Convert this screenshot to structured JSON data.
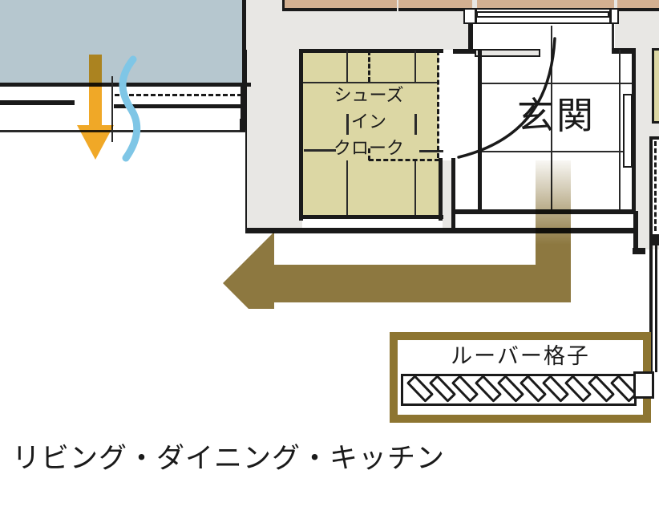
{
  "labels": {
    "genkan": "玄関",
    "shoes_cloak_line1": "シューズ",
    "shoes_cloak_line2": "イン",
    "shoes_cloak_line3": "クローク",
    "louver_lattice": "ルーバー格子",
    "ldk": "リビング・ダイニング・キッチン"
  },
  "plan": {
    "louver_slat_count": 10
  },
  "colors": {
    "background_gray": "#e8e7e4",
    "balcony_blue": "#b6c7cf",
    "tatami_khaki": "#dcd7a4",
    "porch_tan": "#d3b091",
    "flow_arrow_brown": "#8d7840",
    "louver_frame_brown": "#8d7531",
    "wind_arrow_yellow": "#f0a827",
    "breeze_blue": "#7fc6e6",
    "line_black": "#1a1a1a"
  }
}
